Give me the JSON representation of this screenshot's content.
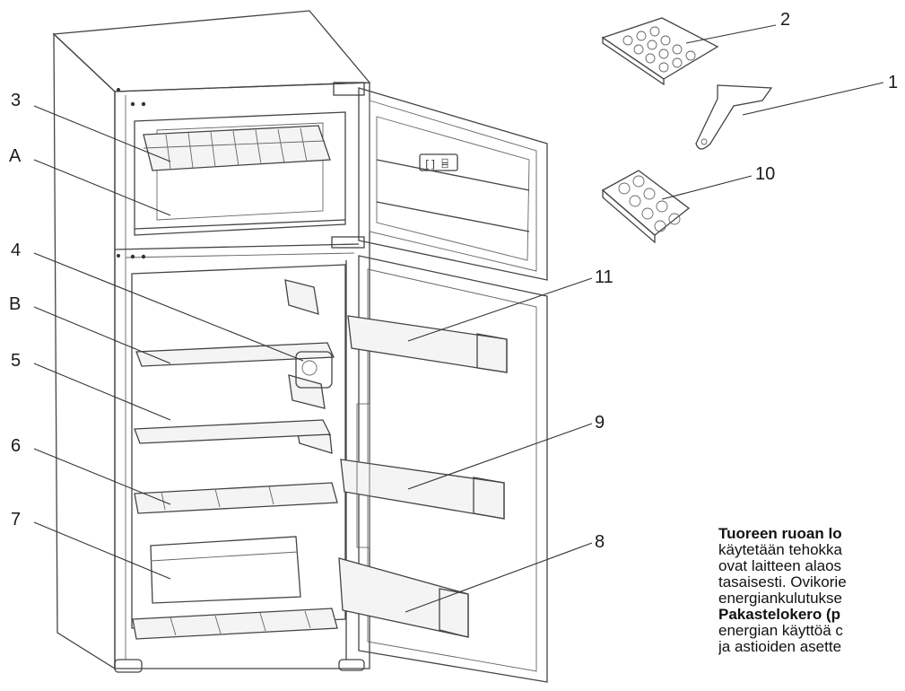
{
  "callouts": {
    "c1": "1",
    "c2": "2",
    "c3": "3",
    "cA": "A",
    "c4": "4",
    "cB": "B",
    "c5": "5",
    "c6": "6",
    "c7": "7",
    "c8": "8",
    "c9": "9",
    "c10": "10",
    "c11": "11"
  },
  "text": {
    "line1": "Tuoreen ruoan lo",
    "line2": "käytetään tehokka",
    "line3": "ovat laitteen alaos",
    "line4": "tasaisesti. Ovikorie",
    "line5": "energiankulutukse",
    "line6": "Pakastelokero (p",
    "line7": "energian käyttöä c",
    "line8": "ja astioiden asette"
  }
}
